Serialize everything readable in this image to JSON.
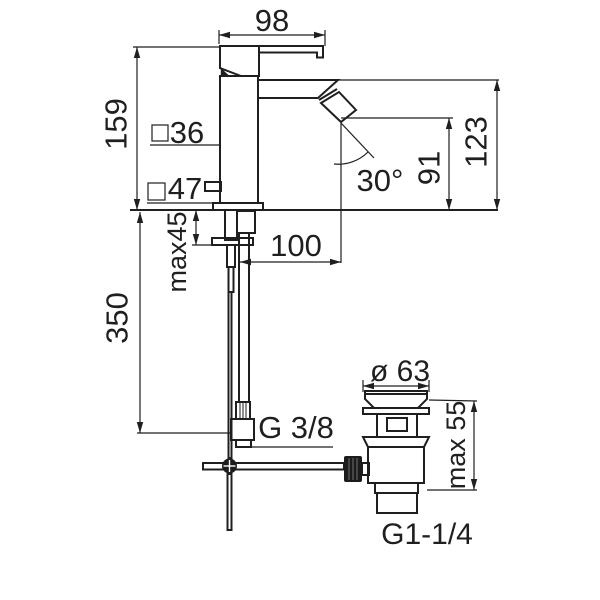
{
  "background": "#ffffff",
  "line_color": "#1f1f1f",
  "annotations": {
    "dim_98": "98",
    "dim_159": "159",
    "dim_36": "36",
    "dim_47": "47",
    "dim_100": "100",
    "max_45": "max45",
    "dim_350": "350",
    "angle_30": "30°",
    "dim_91": "91",
    "dim_123": "123",
    "thread_supply": "G 3/8",
    "dia_63": "ø 63",
    "max_55": "max 55",
    "thread_waste": "G1-1/4"
  }
}
